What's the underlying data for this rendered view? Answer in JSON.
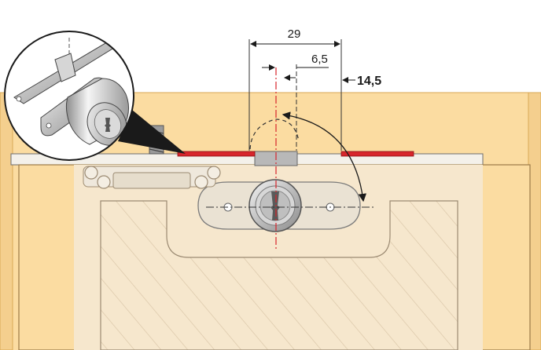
{
  "dimensions": {
    "overall_width": "29",
    "center_offset": "6,5",
    "edge_distance": "14,5"
  },
  "colors": {
    "cabinet": "#fbdca1",
    "cabinet_edge": "#d9a856",
    "drawer_front": "#f6e7cd",
    "drawer_panel": "#f7ecd9",
    "hatch": "#d8c4a6",
    "strike_plate": "#d7262c",
    "lock_metal": "#c9c9c9",
    "centerline": "#d7262c",
    "dimension_line": "#1a1a1a"
  },
  "icons": {
    "detail_view": "cylinder-lock-detail-icon",
    "rotation": "rotation-arrow-icon"
  }
}
